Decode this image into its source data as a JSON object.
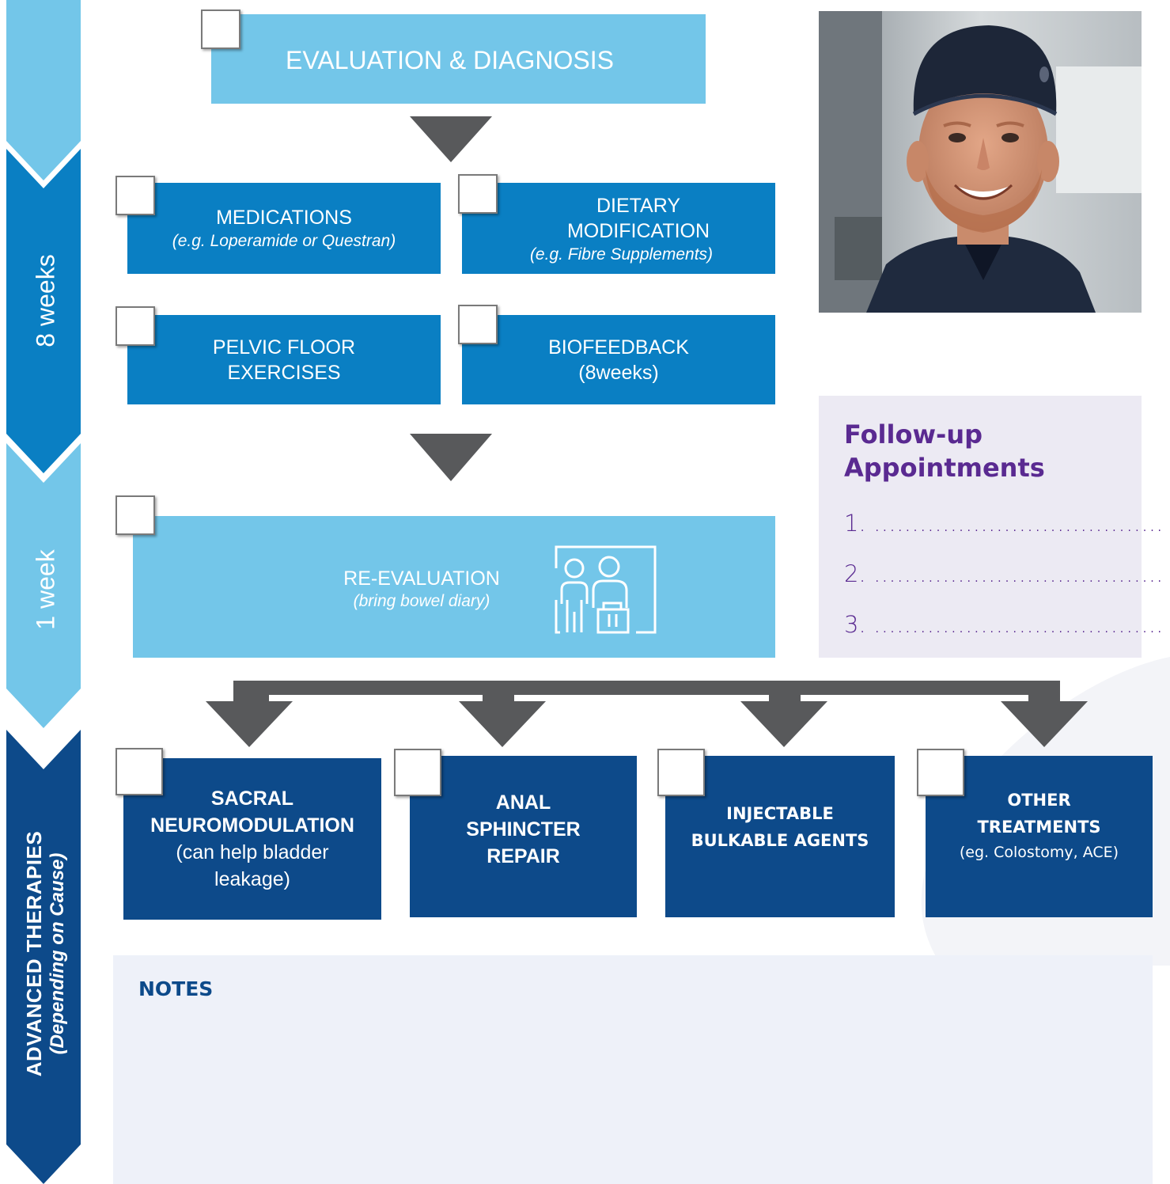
{
  "timeline": {
    "stage1_label": "8  weeks",
    "stage2_label": "1 week",
    "stage3_label_line1": "ADVANCED THERAPIES",
    "stage3_label_line2": "(Depending on Cause)"
  },
  "steps": {
    "evaluation": "EVALUATION & DIAGNOSIS",
    "medications": {
      "title": "MEDICATIONS",
      "sub": "(e.g. Loperamide or Questran)"
    },
    "dietary": {
      "title_line1": "DIETARY",
      "title_line2": "MODIFICATION",
      "sub": "(e.g. Fibre Supplements)"
    },
    "pelvic": {
      "line1": "PELVIC FLOOR",
      "line2": "EXERCISES"
    },
    "biofeedback": {
      "line1": "BIOFEEDBACK",
      "line2": "(8weeks)"
    },
    "reevaluation": {
      "title": "RE-EVALUATION",
      "sub": "(bring bowel diary)"
    }
  },
  "therapies": {
    "sacral": {
      "line1": "SACRAL",
      "line2": "NEUROMODULATION",
      "line3": "(can help bladder",
      "line4": "leakage)"
    },
    "anal": {
      "line1": "ANAL",
      "line2": "SPHINCTER",
      "line3": "REPAIR"
    },
    "injectable": {
      "line1": "INJECTABLE",
      "line2": "BULKABLE AGENTS"
    },
    "other": {
      "line1": "OTHER",
      "line2": "TREATMENTS",
      "line3": "(eg.  Colostomy, ACE)"
    }
  },
  "followup": {
    "title_line1": "Follow-up",
    "title_line2": "Appointments",
    "items": [
      "1. ………………………………..",
      "2. ………………………………..",
      "3. ……………………………….."
    ]
  },
  "notes": {
    "title": "NOTES"
  },
  "colors": {
    "light_blue": "#73c6e9",
    "mid_blue": "#0a7fc3",
    "dark_blue": "#0d4a8a",
    "arrow_grey": "#58595b",
    "purple": "#5a2a91"
  },
  "icons": {
    "photo": "surgeon-portrait",
    "reevaluation": "consultation-people-icon"
  }
}
